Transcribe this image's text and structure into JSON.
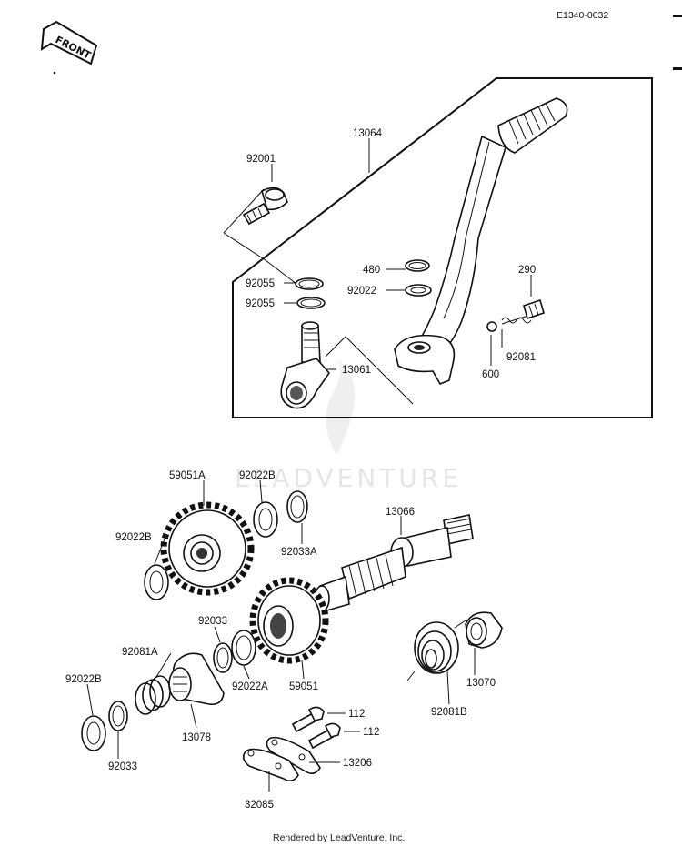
{
  "diagram_code": "E1340-0032",
  "front_label": "FRONT",
  "watermark": "LEADVENTURE",
  "footer": "Rendered by LeadVenture, Inc.",
  "callouts": {
    "p13064": "13064",
    "p92001": "92001",
    "p480": "480",
    "p290": "290",
    "p92022": "92022",
    "p92055a": "92055",
    "p92055b": "92055",
    "p13061": "13061",
    "p92081": "92081",
    "p600": "600",
    "p59051A": "59051A",
    "p92022B_top": "92022B",
    "p92022B_left": "92022B",
    "p92033A": "92033A",
    "p13066": "13066",
    "p92033_mid": "92033",
    "p92081A": "92081A",
    "p92022A": "92022A",
    "p59051": "59051",
    "p92022B_low": "92022B",
    "p13078": "13078",
    "p92033_low": "92033",
    "p13070": "13070",
    "p92081B": "92081B",
    "p112a": "112",
    "p112b": "112",
    "p13206": "13206",
    "p32085": "32085"
  }
}
